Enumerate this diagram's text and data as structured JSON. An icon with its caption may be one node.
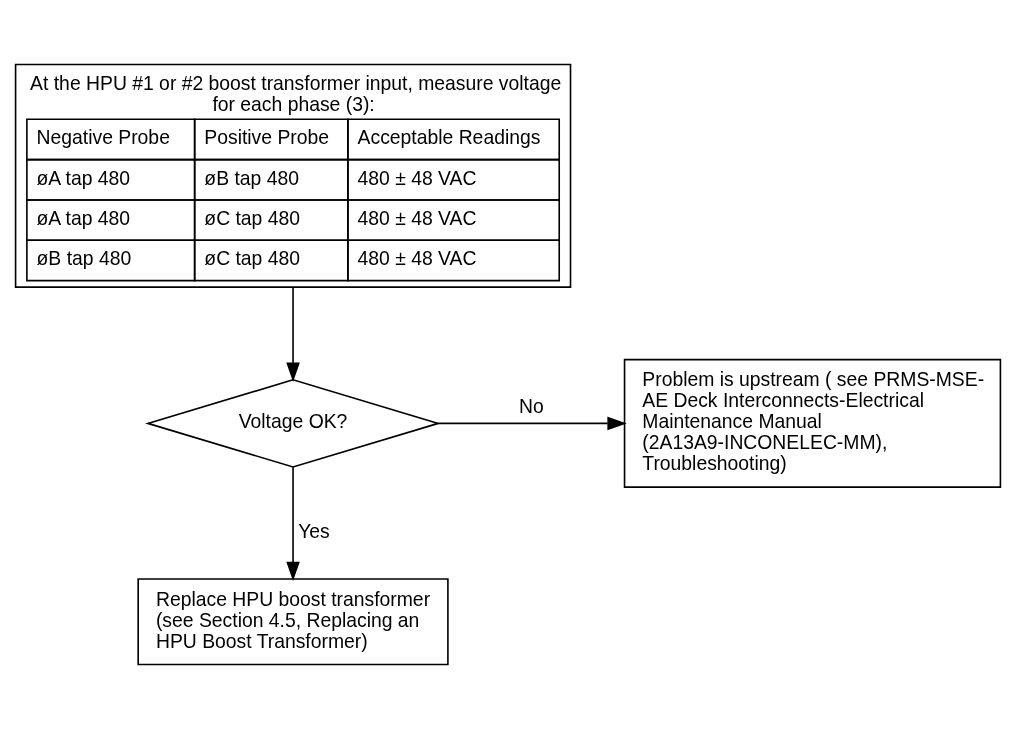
{
  "diagram": {
    "nodes": [
      {
        "text": [
          "At the HPU #1 or #2 boost transformer input, measure voltage for each phase (3):",
          "Negative Probe",
          "Positive Probe",
          "Acceptable Readings",
          "øA tap 480",
          "øB tap 480",
          "480 ± 48 VAC",
          "øA tap 480",
          "øC tap 480",
          "480 ± 48 VAC",
          "øB tap 480",
          "øC tap 480",
          "480 ± 48 VAC"
        ]
      },
      {
        "text": [
          "Voltage OK?"
        ]
      },
      {
        "text": [
          "Problem is upstream ( see PRMS-MSE-AE Deck Interconnects-Electrical Maintenance Manual (2A13A9-INCONELEC-MM), Troubleshooting)"
        ]
      },
      {
        "text": [
          "Replace HPU boost transformer (see Section 4.5, Replacing an HPU Boost Transformer)"
        ]
      }
    ],
    "edges": [
      {
        "from": 0,
        "to": 1,
        "arrow": "to"
      },
      {
        "from": 1,
        "to": 2,
        "arrow": "to",
        "label": "No"
      },
      {
        "from": 1,
        "to": 3,
        "arrow": "to",
        "label": "Yes"
      }
    ]
  }
}
